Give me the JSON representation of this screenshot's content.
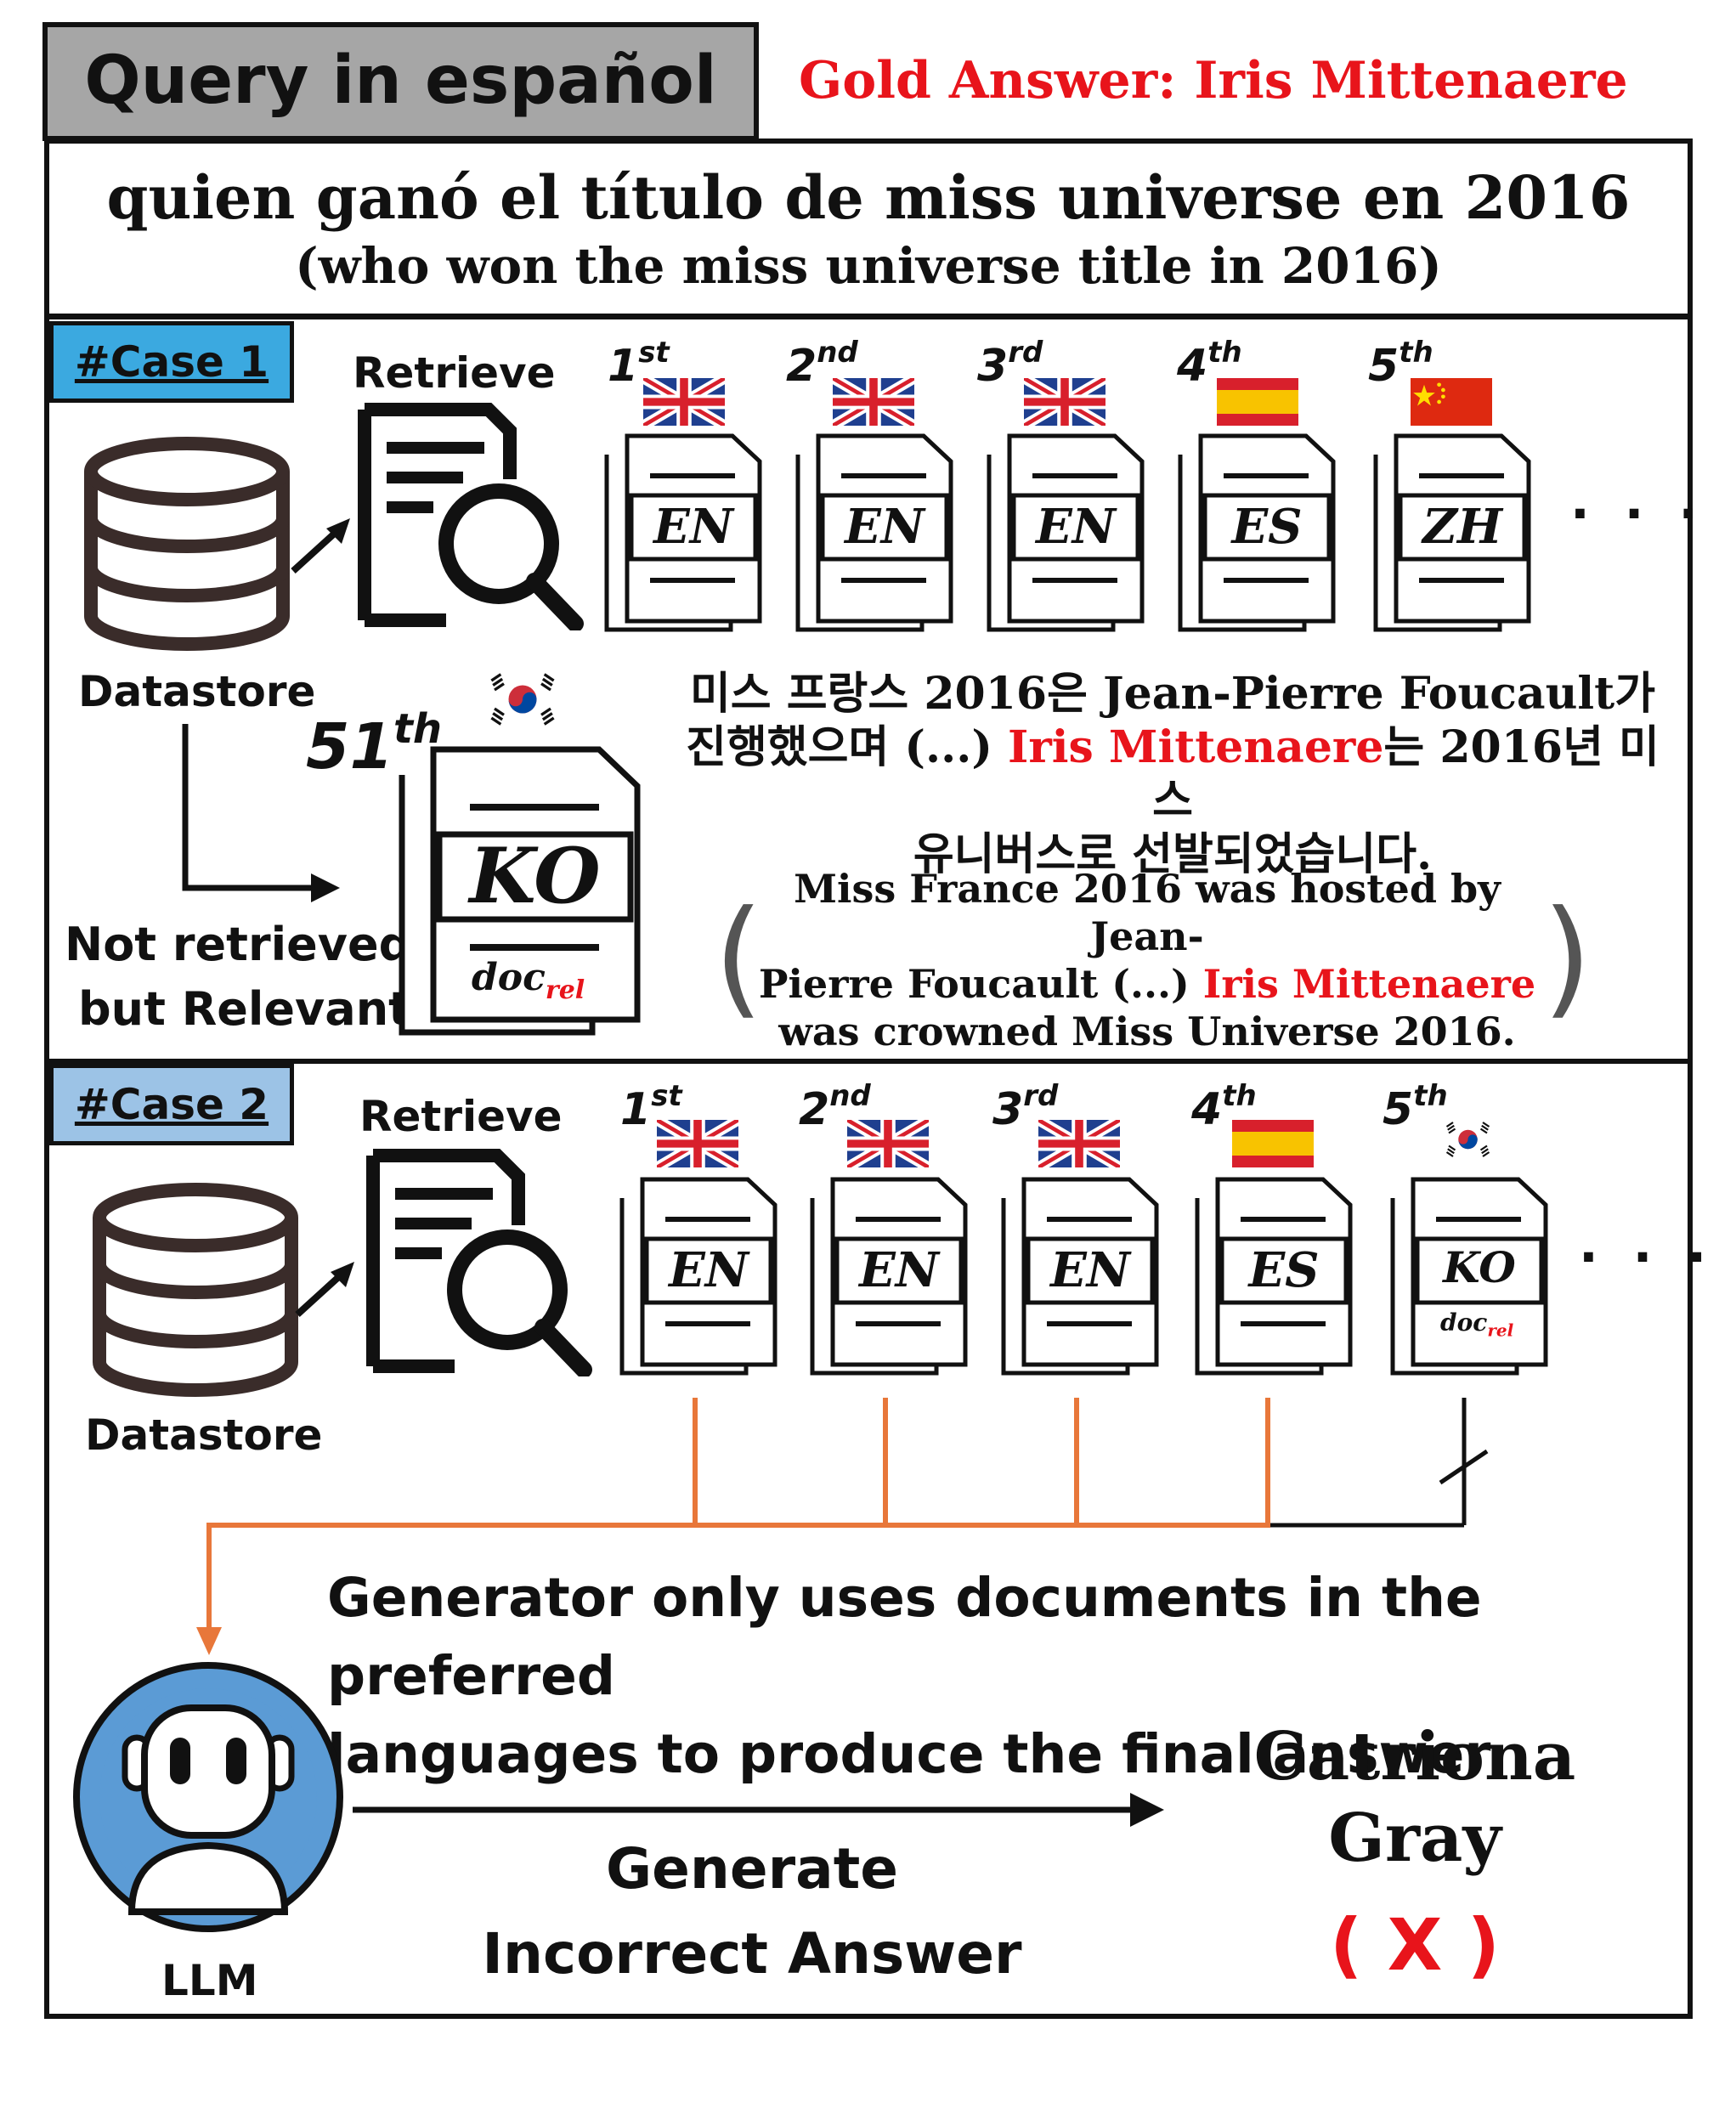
{
  "header": {
    "query_label": "Query in español",
    "gold_answer": "Gold Answer: Iris Mittenaere"
  },
  "query": {
    "spanish": "quien ganó el título de miss universe en 2016",
    "english": "(who won the miss universe title in 2016)"
  },
  "case1": {
    "label": "#Case 1",
    "retrieve": "Retrieve",
    "datastore": "Datastore",
    "docs": [
      {
        "rank": "1",
        "suffix": "st",
        "lang": "EN",
        "flag": "uk"
      },
      {
        "rank": "2",
        "suffix": "nd",
        "lang": "EN",
        "flag": "uk"
      },
      {
        "rank": "3",
        "suffix": "rd",
        "lang": "EN",
        "flag": "uk"
      },
      {
        "rank": "4",
        "suffix": "th",
        "lang": "ES",
        "flag": "spain"
      },
      {
        "rank": "5",
        "suffix": "th",
        "lang": "ZH",
        "flag": "china"
      }
    ],
    "ellipsis": "· · ·",
    "relevant_rank": "51",
    "relevant_suffix": "th",
    "relevant_lang": "KO",
    "relevant_doc_word": "doc",
    "relevant_doc_sub": "rel",
    "not_retrieved_line1": "Not retrieved",
    "not_retrieved_line2": "but Relevant",
    "korean_line1": "미스 프랑스 2016은 Jean-Pierre Foucault가",
    "korean_line2_pre": "진행했으며 (...) ",
    "korean_line2_name": "Iris Mittenaere",
    "korean_line2_post": "는 2016년 미스",
    "korean_line3": "유니버스로 선발되었습니다.",
    "translation_line1": "Miss France 2016 was hosted by Jean-",
    "translation_line2_pre": "Pierre Foucault (...) ",
    "translation_line2_name": "Iris Mittenaere",
    "translation_line3": "was crowned Miss Universe 2016.",
    "paren_open": "(",
    "paren_close": ")"
  },
  "case2": {
    "label": "#Case 2",
    "retrieve": "Retrieve",
    "datastore": "Datastore",
    "docs": [
      {
        "rank": "1",
        "suffix": "st",
        "lang": "EN",
        "flag": "uk"
      },
      {
        "rank": "2",
        "suffix": "nd",
        "lang": "EN",
        "flag": "uk"
      },
      {
        "rank": "3",
        "suffix": "rd",
        "lang": "EN",
        "flag": "uk"
      },
      {
        "rank": "4",
        "suffix": "th",
        "lang": "ES",
        "flag": "spain"
      },
      {
        "rank": "5",
        "suffix": "th",
        "lang": "KO",
        "flag": "korea"
      }
    ],
    "doc_word": "doc",
    "doc_sub": "rel",
    "ellipsis": "· · ·",
    "generator_line1": "Generator only uses documents in the preferred",
    "generator_line2": "languages to produce the final answer",
    "llm": "LLM",
    "generate_line1": "Generate",
    "generate_line2": "Incorrect Answer",
    "answer_line1": "Catriona",
    "answer_line2": "Gray",
    "verdict": "( X )"
  },
  "colors": {
    "case1_label": "#3ba9e0",
    "case2_label": "#9cc3e6",
    "orange": "#e8773a",
    "red": "#e8141b",
    "llm_blue": "#5b9bd5"
  }
}
